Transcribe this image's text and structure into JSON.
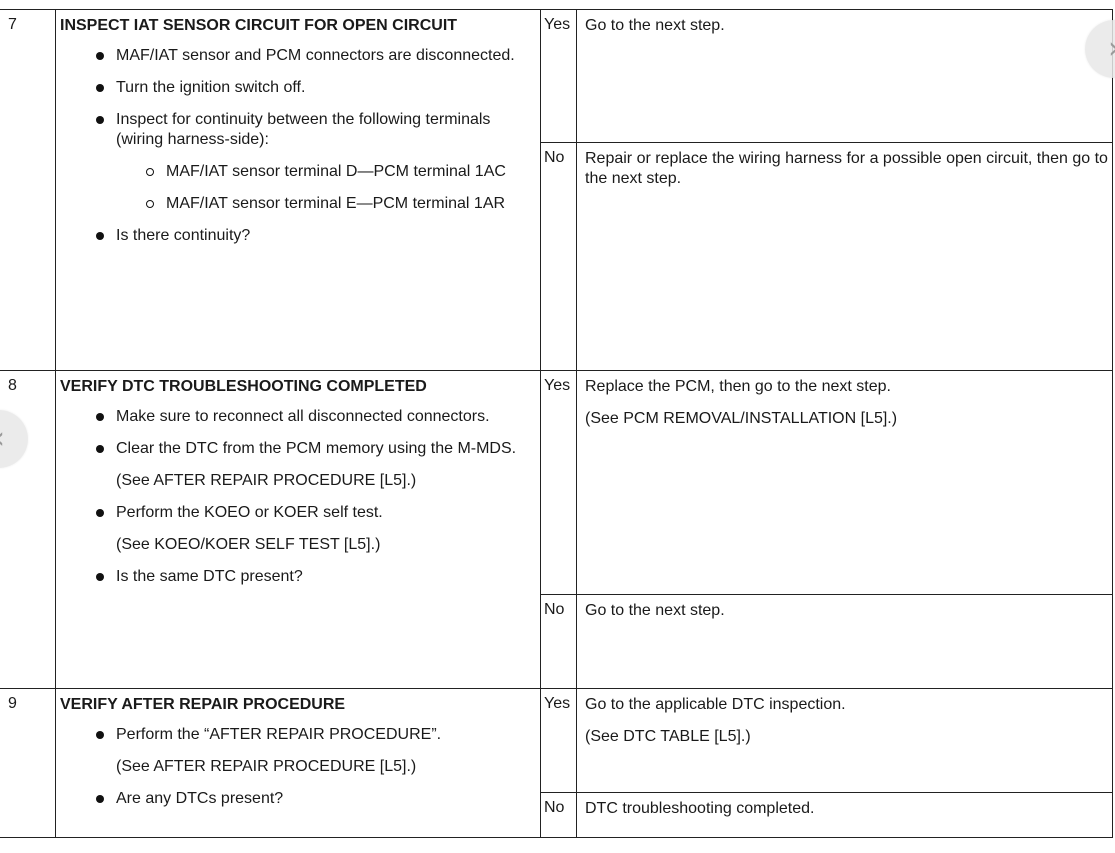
{
  "steps": [
    {
      "number": "7",
      "title": "INSPECT IAT SENSOR CIRCUIT FOR OPEN CIRCUIT",
      "items": [
        {
          "type": "bullet",
          "text": "MAF/IAT sensor and PCM connectors are disconnected."
        },
        {
          "type": "bullet",
          "text": "Turn the ignition switch off."
        },
        {
          "type": "bullet",
          "text": "Inspect for continuity between the following terminals (wiring harness-side):"
        },
        {
          "type": "sub",
          "text": "MAF/IAT sensor terminal D—PCM terminal 1AC"
        },
        {
          "type": "sub",
          "text": "MAF/IAT sensor terminal E—PCM terminal 1AR"
        },
        {
          "type": "bullet",
          "text": "Is there continuity?"
        }
      ],
      "yes_label": "Yes",
      "yes_action": [
        "Go to the next step."
      ],
      "no_label": "No",
      "no_action": [
        "Repair or replace the wiring harness for a possible open circuit, then go to the next step."
      ]
    },
    {
      "number": "8",
      "title": "VERIFY DTC TROUBLESHOOTING COMPLETED",
      "items": [
        {
          "type": "bullet",
          "text": "Make sure to reconnect all disconnected connectors."
        },
        {
          "type": "bullet",
          "text": "Clear the DTC from the PCM memory using the M-MDS."
        },
        {
          "type": "note",
          "text": "(See AFTER REPAIR PROCEDURE [L5].)"
        },
        {
          "type": "bullet",
          "text": "Perform the KOEO or KOER self test."
        },
        {
          "type": "note",
          "text": "(See KOEO/KOER SELF TEST [L5].)"
        },
        {
          "type": "bullet",
          "text": "Is the same DTC present?"
        }
      ],
      "yes_label": "Yes",
      "yes_action": [
        "Replace the PCM, then go to the next step.",
        "(See PCM REMOVAL/INSTALLATION [L5].)"
      ],
      "no_label": "No",
      "no_action": [
        "Go to the next step."
      ]
    },
    {
      "number": "9",
      "title": "VERIFY AFTER REPAIR PROCEDURE",
      "items": [
        {
          "type": "bullet",
          "text": "Perform the “AFTER REPAIR PROCEDURE”."
        },
        {
          "type": "note",
          "text": "(See AFTER REPAIR PROCEDURE [L5].)"
        },
        {
          "type": "bullet",
          "text": "Are any DTCs present?"
        }
      ],
      "yes_label": "Yes",
      "yes_action": [
        "Go to the applicable DTC inspection.",
        "(See DTC TABLE [L5].)"
      ],
      "no_label": "No",
      "no_action": [
        "DTC troubleshooting completed."
      ]
    }
  ],
  "nav": {
    "prev_icon": "chevron-left-icon",
    "next_icon": "chevron-right-icon",
    "prev_glyph": "‹",
    "next_glyph": "›"
  }
}
